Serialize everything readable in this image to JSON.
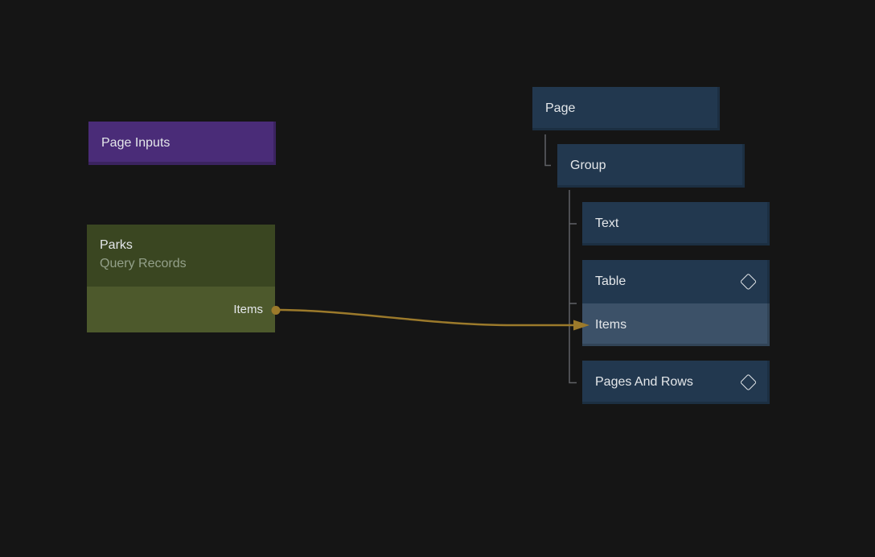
{
  "colors": {
    "bg": "#151515",
    "purple": "#4a2c78",
    "olive-header": "#3a4621",
    "olive-body": "#4d592c",
    "tree-box": "#22384f",
    "tree-box-highlight": "#3c5168",
    "wire": "#9c7a2b",
    "tree-line": "#606266",
    "text": "#e4e7ea",
    "text-muted": "#93a089"
  },
  "nodes": {
    "page_inputs": {
      "label": "Page Inputs"
    },
    "parks": {
      "title": "Parks",
      "subtitle": "Query Records",
      "output_port_label": "Items"
    }
  },
  "tree": {
    "items": [
      {
        "label": "Page",
        "depth": 0,
        "icon": "",
        "highlighted": false
      },
      {
        "label": "Group",
        "depth": 1,
        "icon": "",
        "highlighted": false
      },
      {
        "label": "Text",
        "depth": 2,
        "icon": "",
        "highlighted": false
      },
      {
        "label": "Table",
        "depth": 2,
        "icon": "diamond",
        "highlighted": false
      },
      {
        "label": "Items",
        "depth": 2,
        "icon": "",
        "highlighted": true
      },
      {
        "label": "Pages And Rows",
        "depth": 2,
        "icon": "diamond",
        "highlighted": false
      }
    ]
  },
  "wire": {
    "from_node": "Parks",
    "from_port": "Items",
    "to_tree_item": "Items"
  }
}
